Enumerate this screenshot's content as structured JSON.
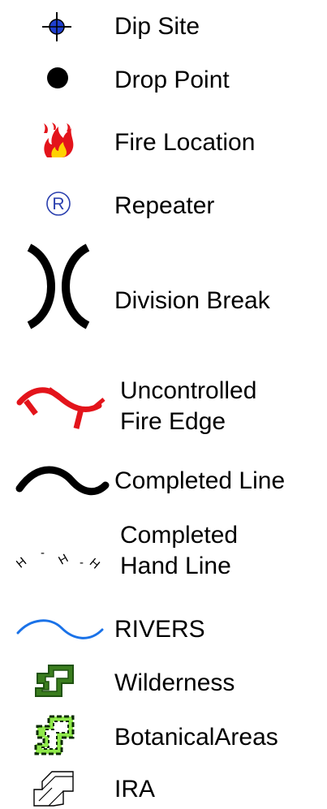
{
  "legend": {
    "items": [
      {
        "label": "Dip Site",
        "icon": "dip-site-icon"
      },
      {
        "label": "Drop Point",
        "icon": "drop-point-icon"
      },
      {
        "label": "Fire Location",
        "icon": "fire-icon"
      },
      {
        "label": "Repeater",
        "icon": "repeater-icon",
        "symbol": "®"
      },
      {
        "label": "Division Break",
        "icon": "division-break-icon"
      },
      {
        "label_lines": [
          "Uncontrolled",
          "Fire Edge"
        ],
        "icon": "uncontrolled-fire-edge-icon"
      },
      {
        "label": "Completed Line",
        "icon": "completed-line-icon"
      },
      {
        "label_lines": [
          "Completed",
          "Hand Line"
        ],
        "icon": "completed-hand-line-icon"
      },
      {
        "label": "RIVERS",
        "icon": "rivers-icon"
      },
      {
        "label": "Wilderness",
        "icon": "wilderness-icon"
      },
      {
        "label": "BotanicalAreas",
        "icon": "botanical-areas-icon"
      },
      {
        "label": "IRA",
        "icon": "ira-icon"
      }
    ],
    "colors": {
      "dip_site": "#1f3fd0",
      "fire_red": "#e3141b",
      "fire_yellow": "#ffd200",
      "repeater": "#2a3fae",
      "uncontrolled": "#e3141b",
      "rivers": "#1a72e8",
      "wilderness_fill": "#3a7d1e",
      "wilderness_edge": "#1f5210",
      "botanical_fill": "#8fe84a",
      "botanical_dash": "#0b2b05"
    }
  }
}
